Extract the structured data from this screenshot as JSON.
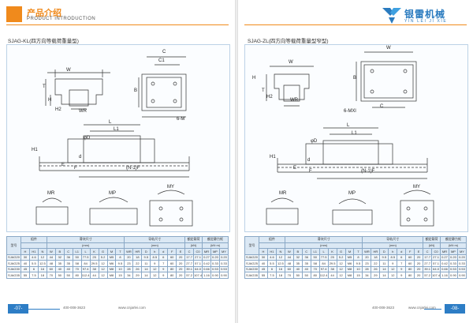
{
  "header": {
    "title_cn": "产品介绍",
    "title_en": "PRODUCT INTRODUCTION",
    "logo_cn": "银雷机械",
    "logo_py": "YIN LEI JI XIE"
  },
  "left": {
    "section_title": "SJAG-KL(四方向等载荷重量型)",
    "page_number": "-07-",
    "footer_phone": "400-008-3623",
    "footer_web": "www.cnjarlei.com"
  },
  "right": {
    "section_title": "SJAG-ZL(四方向等载荷重量型窄型)",
    "page_number": "-08-",
    "footer_phone": "400-008-3623",
    "footer_web": "www.cnjarlei.com"
  },
  "labels": {
    "W": "W",
    "C": "C",
    "C1": "C1",
    "B": "B",
    "H": "H",
    "H1": "H1",
    "H2": "H2",
    "WR": "WR",
    "T": "T",
    "sixM": "6-M",
    "sixMXl": "6-MXl",
    "L": "L",
    "L1": "L1",
    "phiD": "φD",
    "d": "d",
    "F": "F",
    "E": "E",
    "N1F": "(N-1)F",
    "MR": "MR",
    "MP": "MP",
    "MY": "MY"
  },
  "table": {
    "col_model": "型号",
    "group_assembly": "组件",
    "group_block": "滑块尺寸",
    "group_block_unit": "(mm)",
    "group_rail": "导轨尺寸",
    "group_rail_unit": "(mm)",
    "group_load": "额定载荷",
    "group_load_unit": "(kN)",
    "group_moment": "额定静力矩",
    "group_moment_unit": "(kN·m)",
    "sub_left": [
      "H",
      "H1",
      "N",
      "W",
      "B",
      "C",
      "L1",
      "L",
      "K",
      "G",
      "M",
      "T",
      "WR",
      "HR",
      "D",
      "h",
      "d",
      "F",
      "E",
      "C",
      "C0",
      "MR",
      "MP",
      "MY"
    ],
    "rows_left": [
      [
        "SJAG20",
        "30",
        "4.6",
        "12",
        "44",
        "32",
        "36",
        "50",
        "77.5",
        "25",
        "5.2",
        "M5",
        "8",
        "20",
        "18",
        "9.5",
        "8.5",
        "6",
        "60",
        "20",
        "17.7",
        "27.1",
        "0.27",
        "0.20",
        "0.20"
      ],
      [
        "SJAG25",
        "40",
        "5.5",
        "12.5",
        "48",
        "35",
        "35",
        "58",
        "84",
        "29.5",
        "12",
        "M6",
        "9.5",
        "23",
        "22",
        "11",
        "9",
        "7",
        "60",
        "20",
        "27.7",
        "57.1",
        "0.42",
        "0.33",
        "0.33"
      ],
      [
        "SJAG30",
        "45",
        "6",
        "16",
        "60",
        "40",
        "40",
        "70",
        "97.4",
        "38",
        "12",
        "M8",
        "10",
        "28",
        "26",
        "14",
        "12",
        "9",
        "80",
        "20",
        "39.1",
        "64.0",
        "0.66",
        "0.53",
        "0.53"
      ],
      [
        "SJAG35",
        "55",
        "7.5",
        "18",
        "70",
        "50",
        "50",
        "80",
        "112.4",
        "44",
        "12",
        "M8",
        "15",
        "34",
        "29",
        "14",
        "12",
        "9",
        "80",
        "20",
        "57.2",
        "107.4",
        "1.16",
        "0.90",
        "0.90"
      ]
    ],
    "rows_right": [
      [
        "SJAG20",
        "30",
        "4.6",
        "12",
        "44",
        "32",
        "36",
        "50",
        "77.5",
        "25",
        "5.2",
        "M5",
        "8",
        "20",
        "18",
        "9.5",
        "8.5",
        "6",
        "60",
        "20",
        "17.7",
        "27.1",
        "0.27",
        "0.20",
        "0.20"
      ],
      [
        "SJAG25",
        "40",
        "5.5",
        "12.5",
        "48",
        "35",
        "35",
        "58",
        "84",
        "29.5",
        "12",
        "M6",
        "9.5",
        "23",
        "22",
        "11",
        "9",
        "7",
        "60",
        "20",
        "27.7",
        "57.1",
        "0.42",
        "0.33",
        "0.33"
      ],
      [
        "SJAG30",
        "45",
        "6",
        "16",
        "60",
        "40",
        "40",
        "70",
        "97.4",
        "38",
        "12",
        "M8",
        "10",
        "28",
        "26",
        "14",
        "12",
        "9",
        "80",
        "20",
        "39.1",
        "64.0",
        "0.66",
        "0.53",
        "0.53"
      ],
      [
        "SJAG35",
        "55",
        "7.5",
        "18",
        "70",
        "50",
        "50",
        "80",
        "112.4",
        "44",
        "12",
        "M8",
        "15",
        "34",
        "29",
        "14",
        "12",
        "9",
        "80",
        "20",
        "57.2",
        "107.4",
        "1.16",
        "0.90",
        "0.90"
      ]
    ]
  },
  "colors": {
    "accent": "#f08a1c",
    "brand": "#2a7bbf",
    "frame": "#bcd2e6"
  }
}
